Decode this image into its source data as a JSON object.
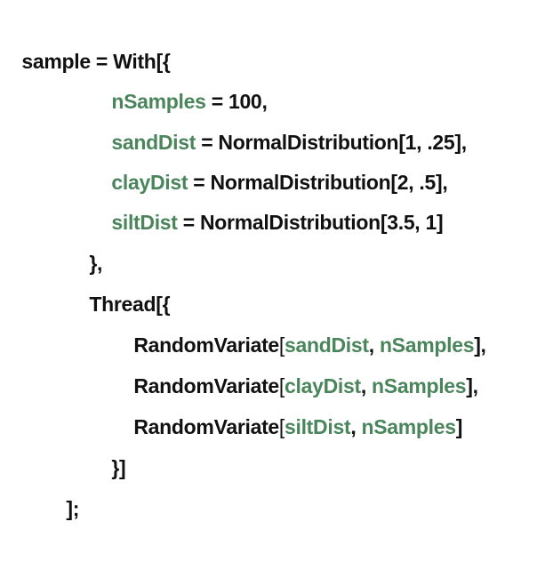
{
  "colors": {
    "text": "#111111",
    "variable": "#4a855c",
    "background": "#ffffff"
  },
  "code": {
    "assign_target": "sample",
    "assign_op": " = ",
    "with_head": "With",
    "open_with": "[{",
    "vars": [
      {
        "name": "nSamples",
        "op": " = ",
        "value": "100",
        "sep": ","
      },
      {
        "name": "sandDist",
        "op": " = ",
        "head": "NormalDistribution",
        "args": "[1, .25]",
        "sep": ","
      },
      {
        "name": "clayDist",
        "op": " = ",
        "head": "NormalDistribution",
        "args": "[2, .5]",
        "sep": ","
      },
      {
        "name": "siltDist",
        "op": " = ",
        "head": "NormalDistribution",
        "args": "[3.5, 1]",
        "sep": ""
      }
    ],
    "close_vars": "},",
    "thread_head": "Thread",
    "thread_open": "[{",
    "calls": [
      {
        "head": "RandomVariate",
        "open": "[",
        "dist": "sandDist",
        "comma": ", ",
        "n": "nSamples",
        "close": "],"
      },
      {
        "head": "RandomVariate",
        "open": "[",
        "dist": "clayDist",
        "comma": ", ",
        "n": "nSamples",
        "close": "],"
      },
      {
        "head": "RandomVariate",
        "open": "[",
        "dist": "siltDist",
        "comma": ", ",
        "n": "nSamples",
        "close": "]"
      }
    ],
    "thread_close": "}]",
    "final_close": "];"
  }
}
